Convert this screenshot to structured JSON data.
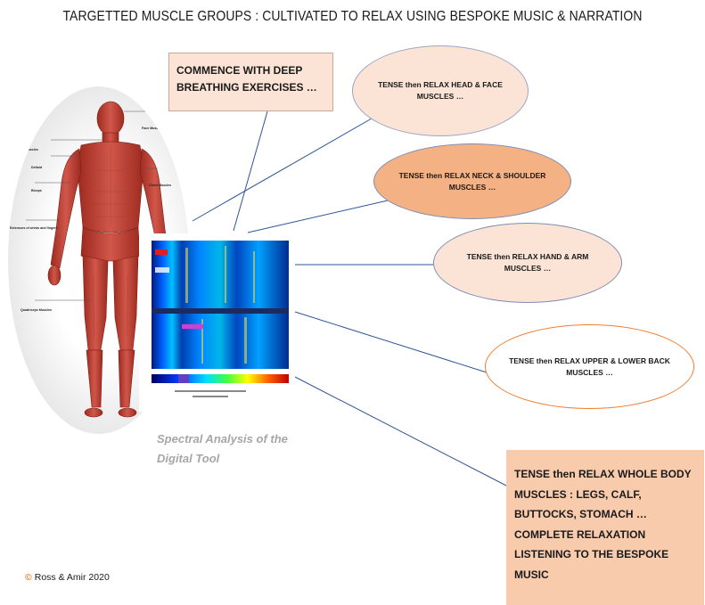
{
  "title": "TARGETTED MUSCLE GROUPS : CULTIVATED TO RELAX USING BESPOKE MUSIC & NARRATION",
  "steps": {
    "deep_breathing": "COMMENCE WITH DEEP BREATHING EXERCISES …",
    "head_face": "TENSE then RELAX HEAD & FACE MUSCLES …",
    "neck_shoulder": "TENSE then RELAX NECK & SHOULDER MUSCLES …",
    "hand_arm": "TENSE then RELAX HAND & ARM MUSCLES …",
    "back": "TENSE then RELAX UPPER & LOWER BACK MUSCLES …",
    "whole_body": "TENSE then RELAX WHOLE BODY MUSCLES : LEGS, CALF, BUTTOCKS, STOMACH … COMPLETE RELAXATION LISTENING TO THE BESPOKE MUSIC"
  },
  "anatomy_labels": {
    "face": "Face Muscles",
    "neck": "Neck Muscles",
    "chest": "Chest Muscles",
    "deltoid": "Deltoid",
    "biceps": "Biceps",
    "extensors": "Extensors of wrists and fingers",
    "quadriceps": "Quadriceps Muscles"
  },
  "spectral_caption": "Spectral Analysis of the Digital Tool",
  "copyright": {
    "symbol": "©",
    "text": "Ross & Amir 2020"
  },
  "colors": {
    "connector": "#2f5597",
    "peach": "#fbe4d5",
    "orange": "#f4b183",
    "accent": "#ed7d31"
  }
}
